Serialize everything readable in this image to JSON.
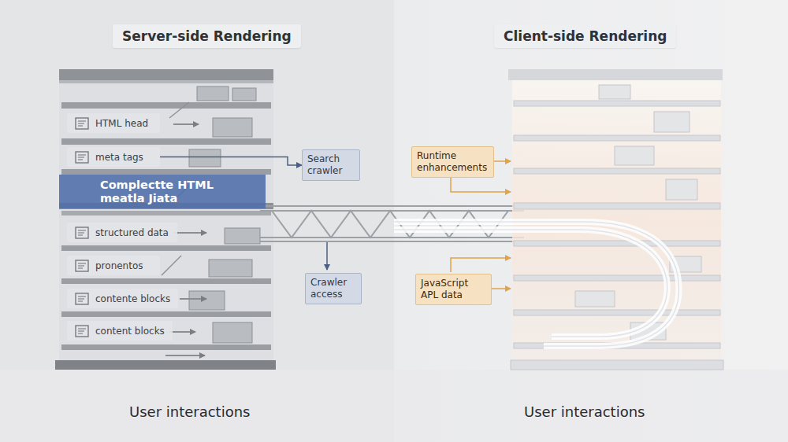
{
  "diagram": {
    "nodes": [
      {
        "text": [
          "Server-side Rendering"
        ]
      },
      {
        "text": [
          "Client-side Rendering"
        ]
      },
      {
        "text": [
          "HTML head"
        ]
      },
      {
        "text": [
          "meta tags"
        ]
      },
      {
        "text": [
          "Complectte HTML meatla Jiata"
        ]
      },
      {
        "text": [
          "Search crawler"
        ]
      },
      {
        "text": [
          "Runtime enhancements"
        ]
      },
      {
        "text": [
          "structured data"
        ]
      },
      {
        "text": [
          "pronentos"
        ]
      },
      {
        "text": [
          "Crawler access"
        ]
      },
      {
        "text": [
          "JavaScript APL data"
        ]
      },
      {
        "text": [
          "contente blocks"
        ]
      },
      {
        "text": [
          "content blocks"
        ]
      }
    ],
    "edges": [
      {
        "from": 3,
        "to": 5,
        "arrow": "to"
      }
    ],
    "labels": [
      "User interactions",
      "User interactions"
    ]
  }
}
